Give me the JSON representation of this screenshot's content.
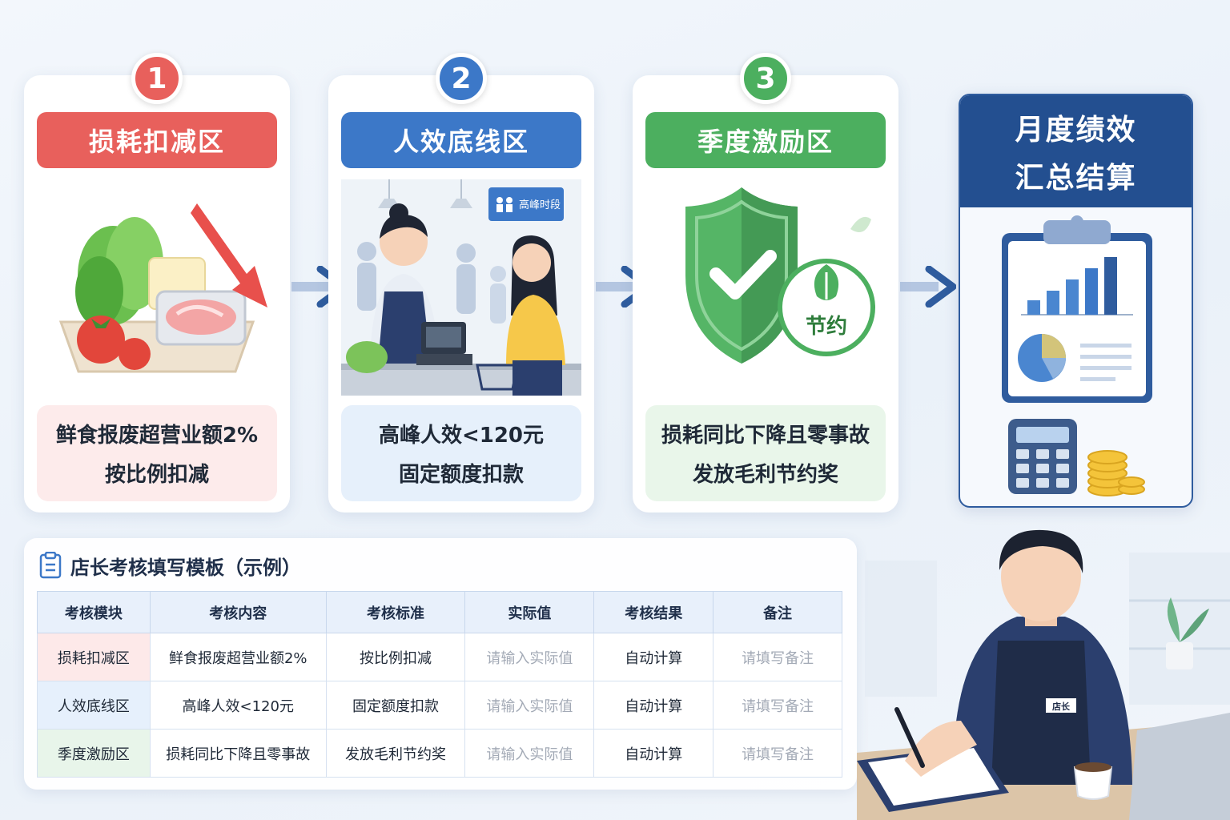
{
  "steps": [
    {
      "number": "1",
      "title": "损耗扣减区",
      "desc_line1": "鲜食报废超营业额2%",
      "desc_line2": "按比例扣减",
      "color": "#e8605c",
      "desc_bg": "#fdebeb"
    },
    {
      "number": "2",
      "title": "人效底线区",
      "desc_line1": "高峰人效<120元",
      "desc_line2": "固定额度扣款",
      "color": "#3c78c8",
      "desc_bg": "#e6f0fb",
      "sign_text": "高峰时段"
    },
    {
      "number": "3",
      "title": "季度激励区",
      "desc_line1": "损耗同比下降且零事故",
      "desc_line2": "发放毛利节约奖",
      "color": "#4caf5f",
      "desc_bg": "#e9f6ea",
      "seal_text": "节约"
    }
  ],
  "summary": {
    "title_line1": "月度绩效",
    "title_line2": "汇总结算"
  },
  "template": {
    "title": "店长考核填写模板（示例）",
    "headers": [
      "考核模块",
      "考核内容",
      "考核标准",
      "实际值",
      "考核结果",
      "备注"
    ],
    "rows": [
      [
        "损耗扣减区",
        "鲜食报废超营业额2%",
        "按比例扣减",
        "请输入实际值",
        "自动计算",
        "请填写备注"
      ],
      [
        "人效底线区",
        "高峰人效<120元",
        "固定额度扣款",
        "请输入实际值",
        "自动计算",
        "请填写备注"
      ],
      [
        "季度激励区",
        "损耗同比下降且零事故",
        "发放毛利节约奖",
        "请输入实际值",
        "自动计算",
        "请填写备注"
      ]
    ]
  },
  "manager_badge": "店长",
  "colors": {
    "arrow": "#2f5c9e",
    "summary_head": "#234f90"
  }
}
